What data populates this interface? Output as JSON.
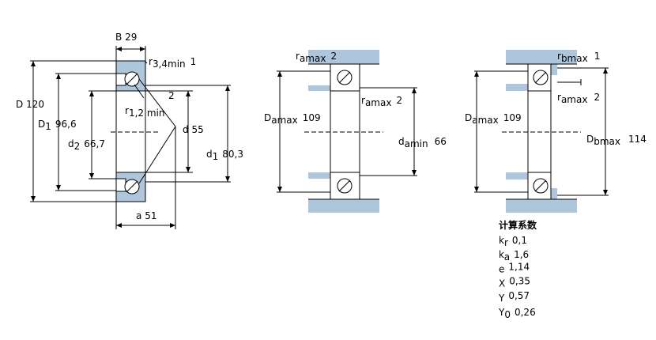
{
  "colors": {
    "housing": "#aec6dc",
    "bearing_fill": "#ffffff",
    "line": "#000000"
  },
  "drawing_1": {
    "B": {
      "sym": "B",
      "val": "29"
    },
    "r34": {
      "sym": "r",
      "sub": "3,4min",
      "num": "1"
    },
    "r12": {
      "sym": "r",
      "sub": "1,2 min",
      "num": "2"
    },
    "D": {
      "sym": "D",
      "val": "120"
    },
    "D1": {
      "sym": "D",
      "sub": "1",
      "val": "96,6"
    },
    "d2": {
      "sym": "d",
      "sub": "2",
      "val": "66,7"
    },
    "d": {
      "sym": "d",
      "val": "55"
    },
    "d1": {
      "sym": "d",
      "sub": "1",
      "val": "80,3"
    },
    "a": {
      "sym": "a",
      "val": "51"
    }
  },
  "drawing_2": {
    "ra_top": {
      "sym": "r",
      "sub": "amax",
      "num": "2"
    },
    "ra_mid": {
      "sym": "r",
      "sub": "amax",
      "num": "2"
    },
    "Da": {
      "sym": "D",
      "sub": "amax",
      "val": "109"
    },
    "da": {
      "sym": "d",
      "sub": "amin",
      "val": "66"
    }
  },
  "drawing_3": {
    "rb": {
      "sym": "r",
      "sub": "bmax",
      "num": "1"
    },
    "ra": {
      "sym": "r",
      "sub": "amax",
      "num": "2"
    },
    "Da": {
      "sym": "D",
      "sub": "amax",
      "val": "109"
    },
    "Db": {
      "sym": "D",
      "sub": "bmax",
      "val": "114"
    }
  },
  "factors": {
    "title": "计算系数",
    "items": [
      {
        "sym": "k",
        "sub": "r",
        "val": "0,1"
      },
      {
        "sym": "k",
        "sub": "a",
        "val": "1,6"
      },
      {
        "sym": "e",
        "sub": "",
        "val": "1,14"
      },
      {
        "sym": "X",
        "sub": "",
        "val": "0,35"
      },
      {
        "sym": "Y",
        "sub": "",
        "val": "0,57"
      },
      {
        "sym": "Y",
        "sub": "0",
        "val": "0,26"
      }
    ]
  }
}
